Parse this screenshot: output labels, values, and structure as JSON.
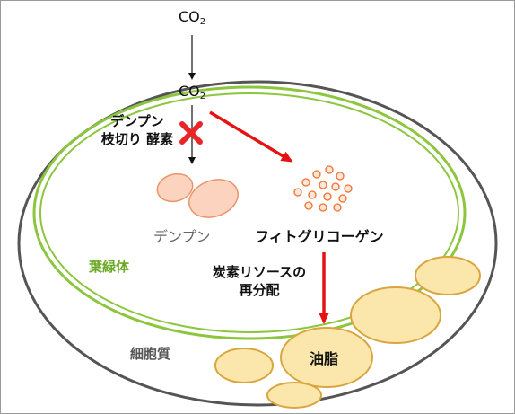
{
  "co2_top": {
    "main": "CO",
    "sub": "2"
  },
  "co2_inner": {
    "main": "CO",
    "sub": "2"
  },
  "enzyme_label": {
    "line1": "デンプン",
    "line2": "枝切り 酵素"
  },
  "starch_label": "デンプン",
  "phytoglycogen_label": "フィトグリコーゲン",
  "carbon_label": {
    "line1": "炭素リソースの",
    "line2": "再分配"
  },
  "chloroplast_label": "葉緑体",
  "cytoplasm_label": "細胞質",
  "oil_label": "油脂",
  "colors": {
    "cell_outline": "#555555",
    "chloroplast_outline": "#8cc63f",
    "chloroplast_text": "#6aa823",
    "starch_fill": "#fbd3bf",
    "starch_stroke": "#e8956a",
    "granule_stroke": "#f07030",
    "oil_fill": "#fbe7ac",
    "oil_stroke": "#d9a53f",
    "arrow_red": "#e61212",
    "cross_red": "#e8262a",
    "starch_text": "#666666",
    "cytoplasm_text": "#555555"
  },
  "icons": {
    "block_mark": "cross-icon"
  }
}
